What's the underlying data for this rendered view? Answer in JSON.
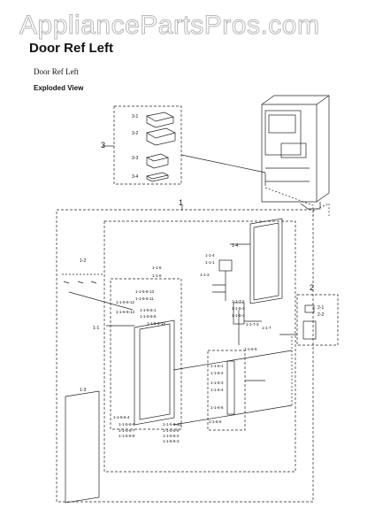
{
  "watermark": "AppliancePartsPros.com",
  "title": "Door Ref Left",
  "subtitle": "Door Ref Left",
  "view_label": "Exploded View",
  "callouts": {
    "group1": "1",
    "group2": "2",
    "group3": "3",
    "p3_1": "3-1",
    "p3_2": "3-2",
    "p3_3": "3-3",
    "p3_4": "3-4",
    "p1_2": "1-2",
    "p1_3": "1-3",
    "p1_1": "1-1",
    "p1_4": "1-4",
    "p1_1_4": "1-1-4",
    "p1_1_1": "1-1-1",
    "p1_1_3": "1-1-3",
    "p1_1_5": "1-1-5",
    "p1_1_6": "1-1-6",
    "p1_1_7": "1-1-7",
    "p1_1_7_2": "1-1-7-2",
    "p1_1_5_3": "1-1-5-3",
    "p1_1_5_4": "1-1-5-4",
    "p1_1_7_3": "1-1-7-3",
    "p1_1_5_5": "1-1-5-5",
    "p1_1_6_1": "1-1-6-1",
    "p1_1_6_2": "1-1-6-2",
    "p1_1_6_3": "1-1-6-3",
    "p1_1_6_4": "1-1-6-4",
    "p1_1_6_5": "1-1-6-5",
    "p1_1_5_6_13": "1-1-5-6-13",
    "p1_1_5_6_11": "1-1-5-6-11",
    "p1_1_5_6_12": "1-1-5-6-12",
    "p1_1_5_6_14": "1-1-5-6-14",
    "p1_1_5_6_1": "1-1-5-6-1",
    "p1_1_5_6_6": "1-1-5-6-6",
    "p1_1_5_6_15": "1-1-5-6-15",
    "p1_1_5_6_4": "1-1-5-6-4",
    "p1_1_5_6_5": "1-1-5-6-5",
    "p1_1_5_6_7": "1-1-5-6-7",
    "p1_1_5_6_8": "1-1-5-6-8",
    "p1_1_5_6_10": "1-1-5-6-10",
    "p1_1_5_6_9": "1-1-5-6-9",
    "p1_1_5_6_2": "1-1-5-6-2",
    "p1_1_5_6_3": "1-1-5-6-3",
    "p1_1_6_6": "1-1-6-6",
    "p2_1": "2-1",
    "p2_2": "2-2"
  }
}
